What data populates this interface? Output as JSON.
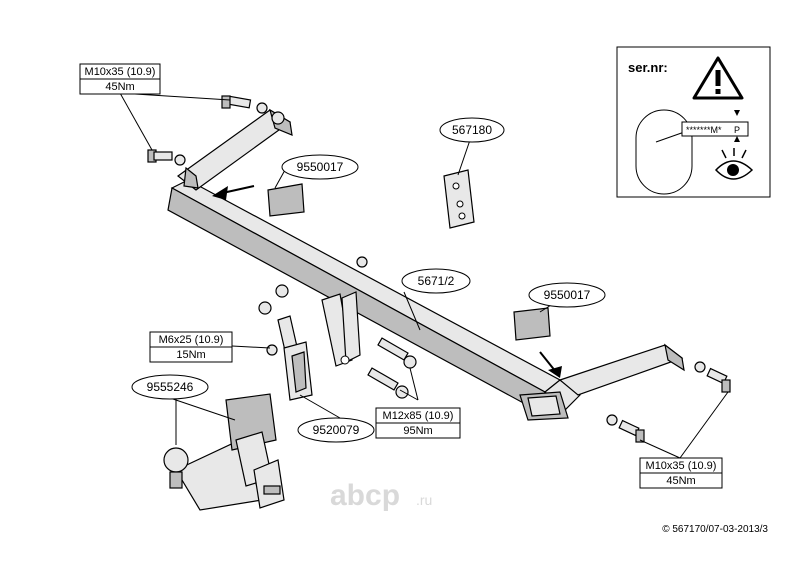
{
  "labels": {
    "bolt_top_left": {
      "spec": "M10x35 (10.9)",
      "torque": "45Nm"
    },
    "bolt_mid_left": {
      "spec": "M6x25 (10.9)",
      "torque": "15Nm"
    },
    "bolt_center": {
      "spec": "M12x85 (10.9)",
      "torque": "95Nm"
    },
    "bolt_right": {
      "spec": "M10x35 (10.9)",
      "torque": "45Nm"
    },
    "part_pad_left": "9550017",
    "part_pad_right": "9550017",
    "part_plate": "567180",
    "part_beam": "5671/2",
    "part_ball": "9555246",
    "part_socket": "9520079"
  },
  "serial_panel": {
    "title": "ser.nr:",
    "plate_text": "*******M*",
    "plate_suffix": "P"
  },
  "watermark": {
    "brand": "abcp",
    "tld": ".ru"
  },
  "copyright": "© 567170/07-03-2013/3"
}
